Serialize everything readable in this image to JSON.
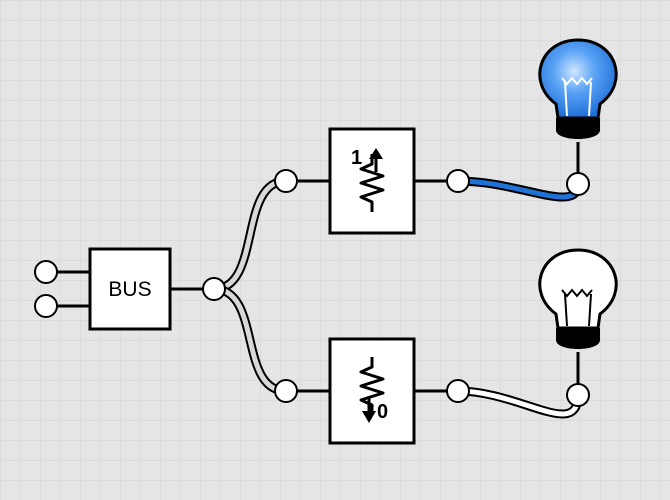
{
  "diagram": {
    "bus": {
      "label": "BUS",
      "inputs": 2,
      "outputs": 1
    },
    "resistors": [
      {
        "name": "pull-up",
        "value_label": "1",
        "direction": "up"
      },
      {
        "name": "pull-down",
        "value_label": "0",
        "direction": "down"
      }
    ],
    "bulbs": [
      {
        "name": "top",
        "state": "on"
      },
      {
        "name": "bottom",
        "state": "off"
      }
    ],
    "wires": [
      {
        "from": "bus-output",
        "to": "pull-up-input",
        "state": "neutral"
      },
      {
        "from": "bus-output",
        "to": "pull-down-input",
        "state": "neutral"
      },
      {
        "from": "pull-up-output",
        "to": "top-bulb",
        "state": "high"
      },
      {
        "from": "pull-down-output",
        "to": "bottom-bulb",
        "state": "low"
      }
    ]
  },
  "colors": {
    "background": "#e5e5e5",
    "grid": "#d2d2d2",
    "wire_high": "#1f73d6",
    "wire_low": "#ffffff",
    "wire_neutral": "#d8d8d8",
    "bulb_on": "#3b8ef2",
    "bulb_on_glow": "#cfe6ff",
    "bulb_off": "#ffffff"
  }
}
